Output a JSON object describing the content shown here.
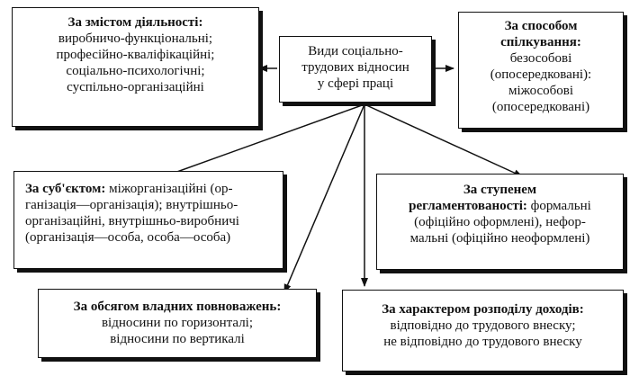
{
  "central": {
    "lines": [
      "Види соціально-",
      "трудових відносин",
      "у сфері праці"
    ]
  },
  "boxes": {
    "activity": {
      "heading": "За змістом діяльності:",
      "lines": [
        "виробничо-функціональні;",
        "професійно-кваліфікаційні;",
        "соціально-психологічні;",
        "суспільно-організаційні"
      ]
    },
    "communication": {
      "heading_lines": [
        "За способом",
        "спілкування:"
      ],
      "lines": [
        "безособові",
        "(опосередковані):",
        "міжособові",
        "(опосередковані)"
      ]
    },
    "subject": {
      "heading": "За суб'єктом:",
      "first_line_rest": " міжорганізаційні (ор-",
      "lines": [
        "ганізація—організація); внутрішньо-",
        "організаційні, внутрішньо-виробничі",
        "(організація—особа, особа—особа)"
      ]
    },
    "regulation": {
      "heading_lines": [
        "За ступенем",
        "регламентованості:"
      ],
      "heading_rest": " формальні",
      "lines": [
        "(офіційно оформлені), нефор-",
        "мальні (офіційно неоформлені)"
      ]
    },
    "authority": {
      "heading": "За обсягом владних повноважень:",
      "lines": [
        "відносини по горизонталі;",
        "відносини по вертикалі"
      ]
    },
    "income": {
      "heading": "За характером розподілу доходів:",
      "lines": [
        "відповідно до трудового внеску;",
        "не відповідно до трудового внеску"
      ]
    }
  }
}
